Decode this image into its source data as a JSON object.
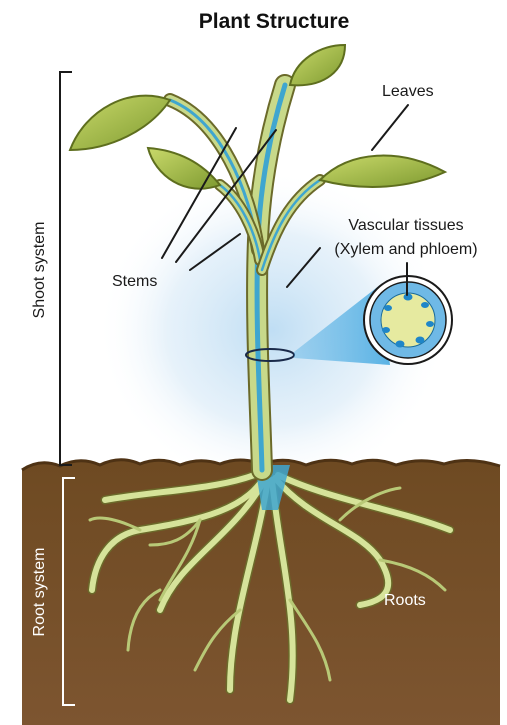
{
  "title": "Plant Structure",
  "labels": {
    "leaves": "Leaves",
    "stems": "Stems",
    "vascular_line1": "Vascular tissues",
    "vascular_line2": "(Xylem and phloem)",
    "roots": "Roots",
    "shoot_system": "Shoot system",
    "root_system": "Root system"
  },
  "colors": {
    "soil": "#7a5228",
    "soil_dark": "#5a3a18",
    "leaf": "#8aa63a",
    "leaf_light": "#c9d96a",
    "stem": "#c8d98a",
    "vascular": "#3fa6cf",
    "root": "#d6e39a",
    "glow": "#cfe6f7",
    "text": "#1a1a1a"
  }
}
